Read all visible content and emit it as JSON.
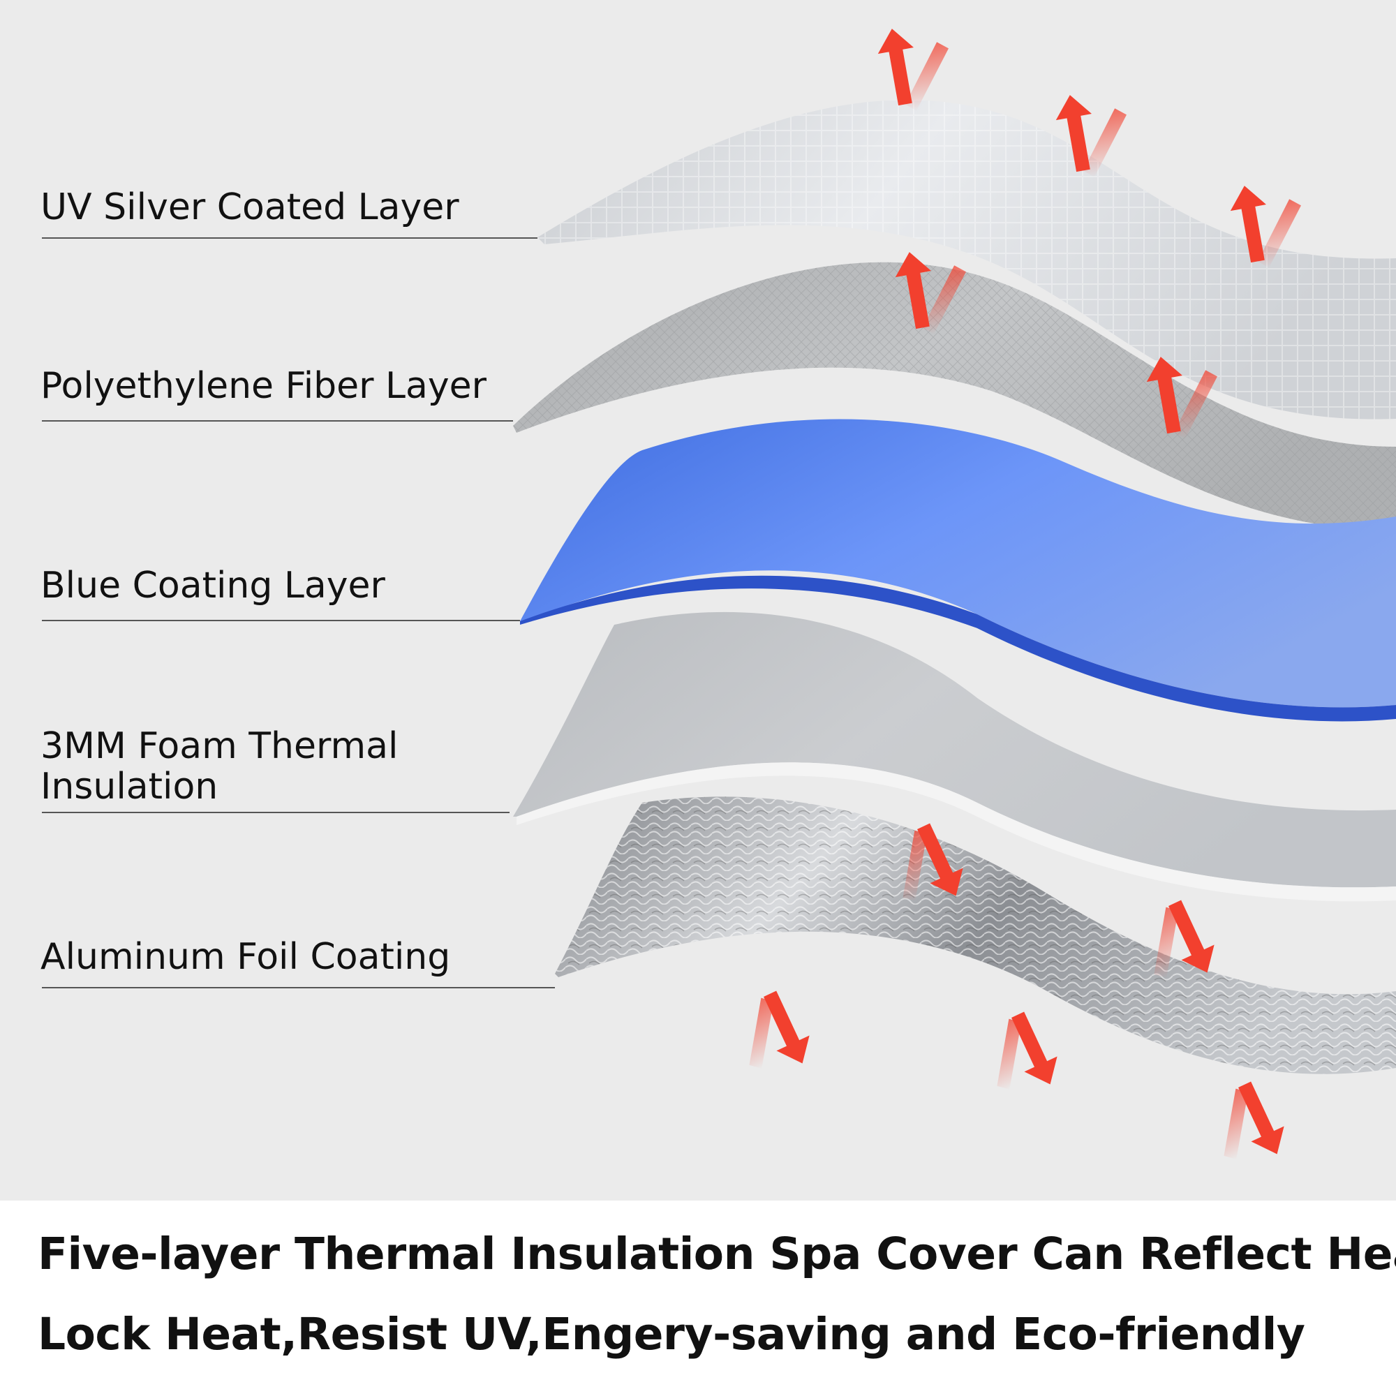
{
  "layers": [
    {
      "id": "uv-silver",
      "label": "UV Silver Coated Layer"
    },
    {
      "id": "polyethylene",
      "label": "Polyethylene Fiber Layer"
    },
    {
      "id": "blue-coating",
      "label": "Blue Coating Layer"
    },
    {
      "id": "foam",
      "label": "3MM Foam Thermal\nInsulation"
    },
    {
      "id": "aluminum",
      "label": "Aluminum Foil Coating"
    }
  ],
  "caption": {
    "line1": "Five-layer Thermal Insulation Spa Cover Can Reflect Heat,",
    "line2": "Lock Heat,Resist UV,Engery-saving and Eco-friendly"
  },
  "colors": {
    "background": "#ebebeb",
    "arrow": "#f2402e",
    "blue_layer": "#5b86f0",
    "silver_layer": "#d4d8dc"
  },
  "icons": [
    "heat-reflection-arrow-icon"
  ]
}
